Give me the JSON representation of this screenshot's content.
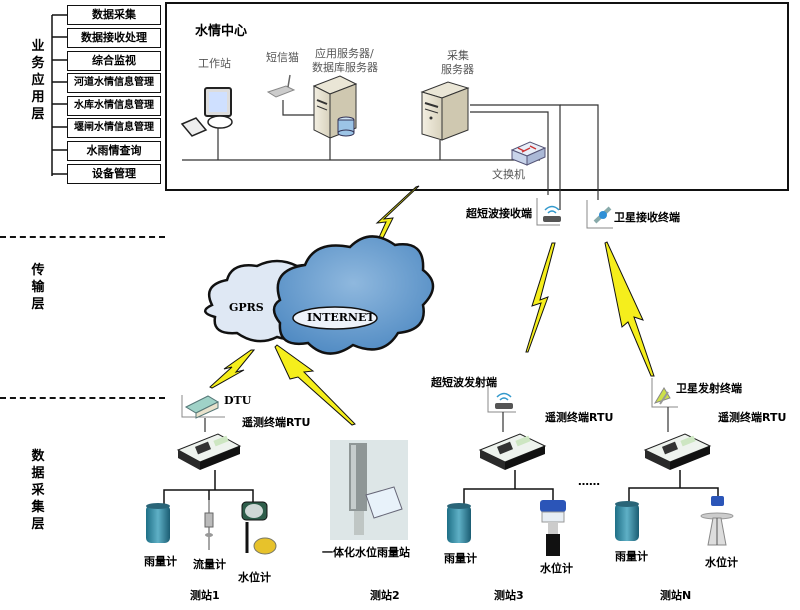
{
  "layers": {
    "application": "业务应用层",
    "transport": "传输层",
    "acquisition": "数据采集层"
  },
  "app_menu": [
    "数据采集",
    "数据接收处理",
    "综合监视",
    "河道水情信息管理",
    "水库水情信息管理",
    "堰闸水情信息管理",
    "水雨情查询",
    "设备管理"
  ],
  "center": {
    "title": "水情中心",
    "workstation": "工作站",
    "sms_cat": "短信猫",
    "app_server_line1": "应用服务器/",
    "app_server_line2": "数据库服务器",
    "collect_server_line1": "采集",
    "collect_server_line2": "服务器",
    "switch": "文换机"
  },
  "receivers": {
    "uhf_receiver": "超短波接收端",
    "satellite_receiver": "卫星接收终端"
  },
  "network": {
    "gprs": "GPRS",
    "internet": "INTERNET"
  },
  "stations": [
    {
      "name": "测站1",
      "comm": "DTU",
      "rtu": "遥测终端RTU",
      "sensors": [
        "雨量计",
        "流量计",
        "水位计"
      ]
    },
    {
      "name": "测站2",
      "device": "一体化水位雨量站"
    },
    {
      "name": "测站3",
      "comm": "超短波发射端",
      "rtu": "遥测终端RTU",
      "sensors": [
        "雨量计",
        "水位计"
      ]
    },
    {
      "name": "测站N",
      "comm": "卫星发射终端",
      "rtu": "遥测终端RTU",
      "sensors": [
        "雨量计",
        "水位计"
      ]
    }
  ],
  "ellipsis": "……"
}
